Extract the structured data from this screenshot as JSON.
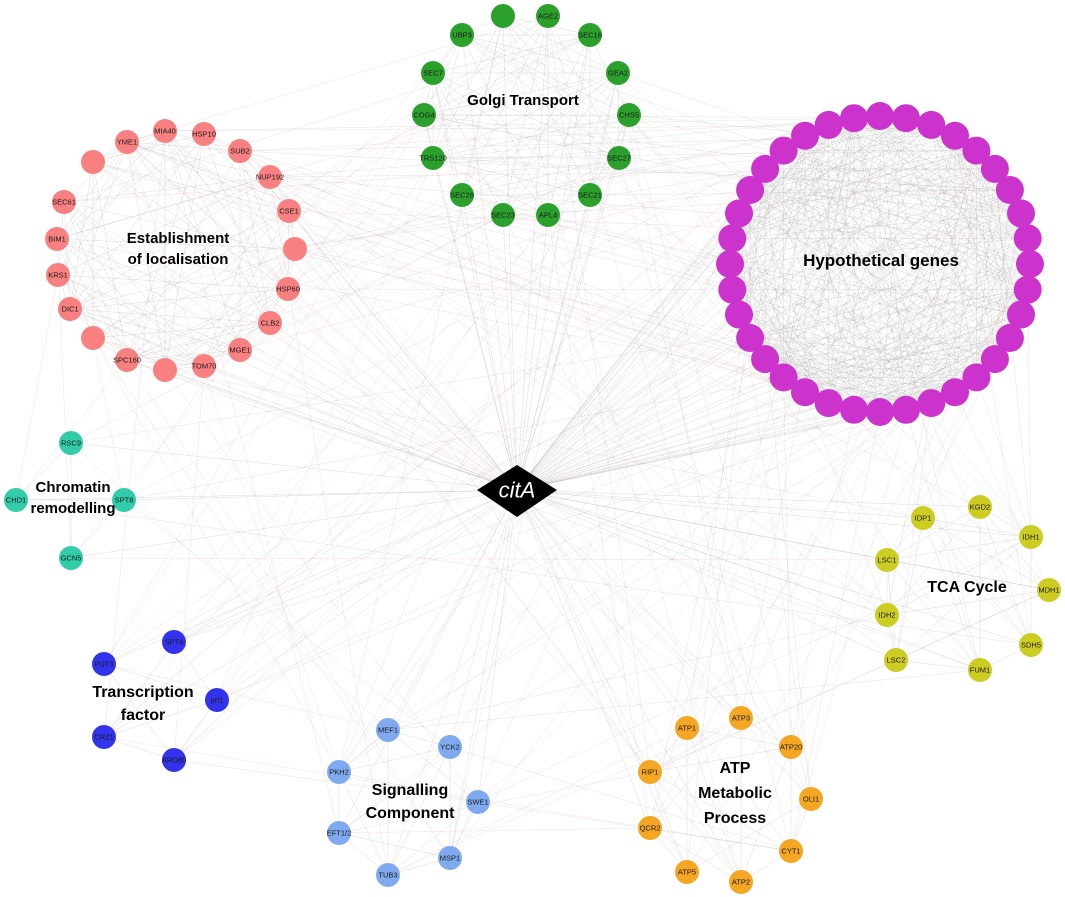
{
  "center": {
    "label": "citA",
    "color": "#000000"
  },
  "clusters": [
    {
      "id": "golgi",
      "title_lines": [
        "Golgi Transport"
      ],
      "color": "#2ca02c",
      "nodes": [
        "",
        "AGE2",
        "SEC16",
        "GEA2",
        "CHS5",
        "SEC27",
        "SEC21",
        "APL4",
        "SEC23",
        "SEC26",
        "TRS120",
        "COG4",
        "SEC7",
        "UBP3"
      ]
    },
    {
      "id": "localisation",
      "title_lines": [
        "Establishment",
        "of localisation"
      ],
      "color": "#f88080",
      "nodes": [
        "MIA40",
        "HSP10",
        "SUB2",
        "NUP192",
        "CSE1",
        "",
        "HSP60",
        "CLB2",
        "MGE1",
        "TOM70",
        "",
        "SPC160",
        "",
        "DIC1",
        "KRS1",
        "BIM1",
        "SEC61",
        "",
        "YME1"
      ]
    },
    {
      "id": "hypothetical",
      "title_lines": [
        "Hypothetical genes"
      ],
      "color": "#cc33cc",
      "node_count": 36
    },
    {
      "id": "chromatin",
      "title_lines": [
        "Chromatin",
        "remodelling"
      ],
      "color": "#33ccaa",
      "nodes": [
        "RSC9",
        "CHD1",
        "SPT8",
        "GCN5"
      ]
    },
    {
      "id": "tca",
      "title_lines": [
        "TCA Cycle"
      ],
      "color": "#cccc22",
      "nodes": [
        "IDP1",
        "KGD2",
        "IDH1",
        "LSC1",
        "MDH1",
        "IDH2",
        "LSC2",
        "SDH5",
        "FUM1"
      ]
    },
    {
      "id": "transcription",
      "title_lines": [
        "Transcription",
        "factor"
      ],
      "color": "#3333ee",
      "nodes": [
        "SPT6",
        "PUT3",
        "prt1",
        "CRZ1",
        "ARO80"
      ]
    },
    {
      "id": "signalling",
      "title_lines": [
        "Signalling",
        "Component"
      ],
      "color": "#7faaf0",
      "nodes": [
        "MEF1",
        "YCK2",
        "PKH2",
        "SWE1",
        "EFT1/2",
        "MSP1",
        "TUB3"
      ]
    },
    {
      "id": "atp",
      "title_lines": [
        "ATP",
        "Metabolic",
        "Process"
      ],
      "color": "#f5a623",
      "nodes": [
        "ATP1",
        "ATP3",
        "ATP20",
        "RIP1",
        "OLI1",
        "QCR2",
        "CYT1",
        "ATP5",
        "ATP2"
      ]
    }
  ],
  "edge_color_primary": "#9a9a9a",
  "edge_color_secondary": "#f08888"
}
